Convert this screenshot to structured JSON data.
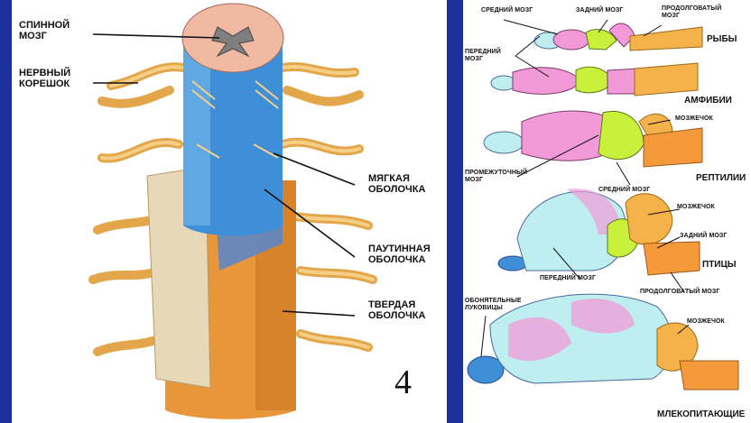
{
  "spinal": {
    "labels": {
      "spinal_cord": "СПИННОЙ\nМОЗГ",
      "nerve_root": "НЕРВНЫЙ\nКОРЕШОК",
      "pia": "МЯГКАЯ\nОБОЛОЧКА",
      "arachnoid": "ПАУТИННАЯ\nОБОЛОЧКА",
      "dura": "ТВЕРДАЯ\nОБОЛОЧКА"
    },
    "page_number": "4"
  },
  "brains": {
    "labels": {
      "midbrain_top": "СРЕДНИЙ МОЗГ",
      "hindbrain_top": "ЗАДНИЙ МОЗГ",
      "medulla_top": "ПРОДОЛГОВАТЫЙ\nМОЗГ",
      "forebrain": "ПЕРЕДНИЙ\nМОЗГ",
      "cerebellum_reptile": "МОЗЖЕЧОК",
      "diencephalon": "ПРОМЕЖУТОЧНЫЙ\nМОЗГ",
      "midbrain_reptile": "СРЕДНИЙ МОЗГ",
      "cerebellum_bird": "МОЗЖЕЧОК",
      "hindbrain_bird": "ЗАДНИЙ МОЗГ",
      "forebrain_bird": "ПЕРЕДНИЙ МОЗГ",
      "medulla_bird": "ПРОДОЛГОВАТЫЙ МОЗГ",
      "olfactory": "ОБОНЯТЕЛЬНЫЕ\nЛУКОВИЦЫ",
      "cerebellum_mammal": "МОЗЖЕЧОК"
    },
    "classes": {
      "fish": "РЫБЫ",
      "amphibians": "АМФИБИИ",
      "reptiles": "РЕПТИЛИИ",
      "birds": "ПТИЦЫ",
      "mammals": "МЛЕКОПИТАЮЩИЕ"
    }
  },
  "colors": {
    "background": "#1d2f9b",
    "cord_blue": "#3f8fd8",
    "dura_orange": "#e8963a",
    "nerve_yellow": "#f4c36a",
    "forebrain_cyan": "#bfeef0",
    "forebrain_pink": "#f29ad8",
    "midbrain_green": "#c9f03a",
    "cerebellum_orange": "#f5b14a",
    "medulla_orange": "#f59a3a"
  }
}
